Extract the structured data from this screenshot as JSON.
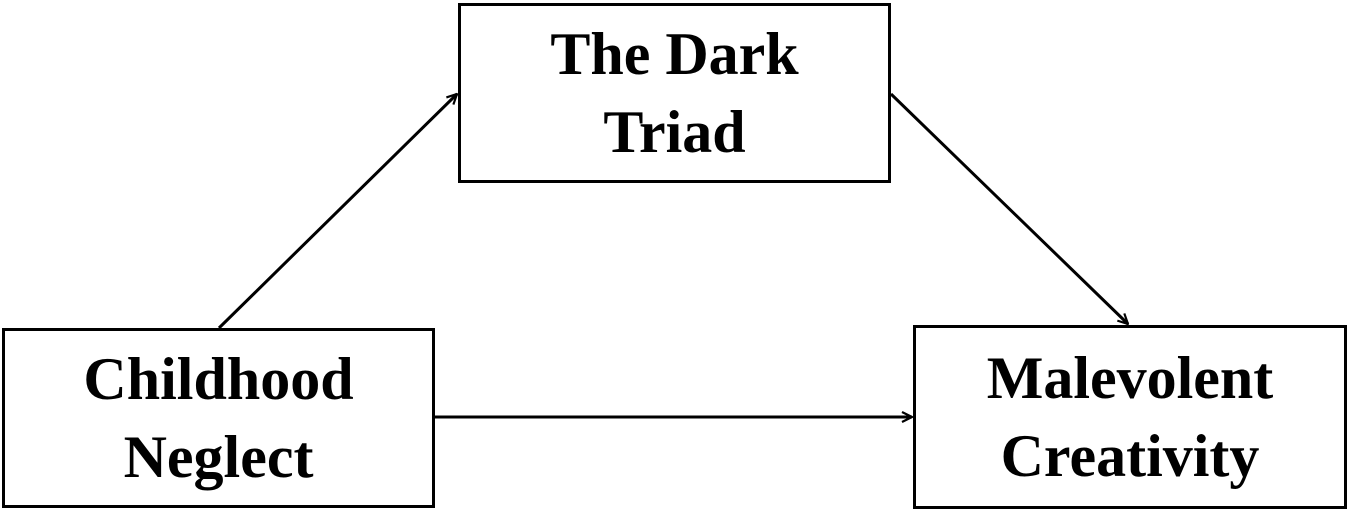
{
  "nodes": {
    "dark_triad": {
      "lines": [
        "The Dark",
        "Triad"
      ]
    },
    "childhood_neglect": {
      "lines": [
        "Childhood",
        "Neglect"
      ]
    },
    "malevolent_creativity": {
      "lines": [
        "Malevolent",
        "Creativity"
      ]
    }
  },
  "edges": [
    {
      "from": "Childhood Neglect",
      "to": "The Dark Triad"
    },
    {
      "from": "The Dark Triad",
      "to": "Malevolent Creativity"
    },
    {
      "from": "Childhood Neglect",
      "to": "Malevolent Creativity"
    }
  ]
}
